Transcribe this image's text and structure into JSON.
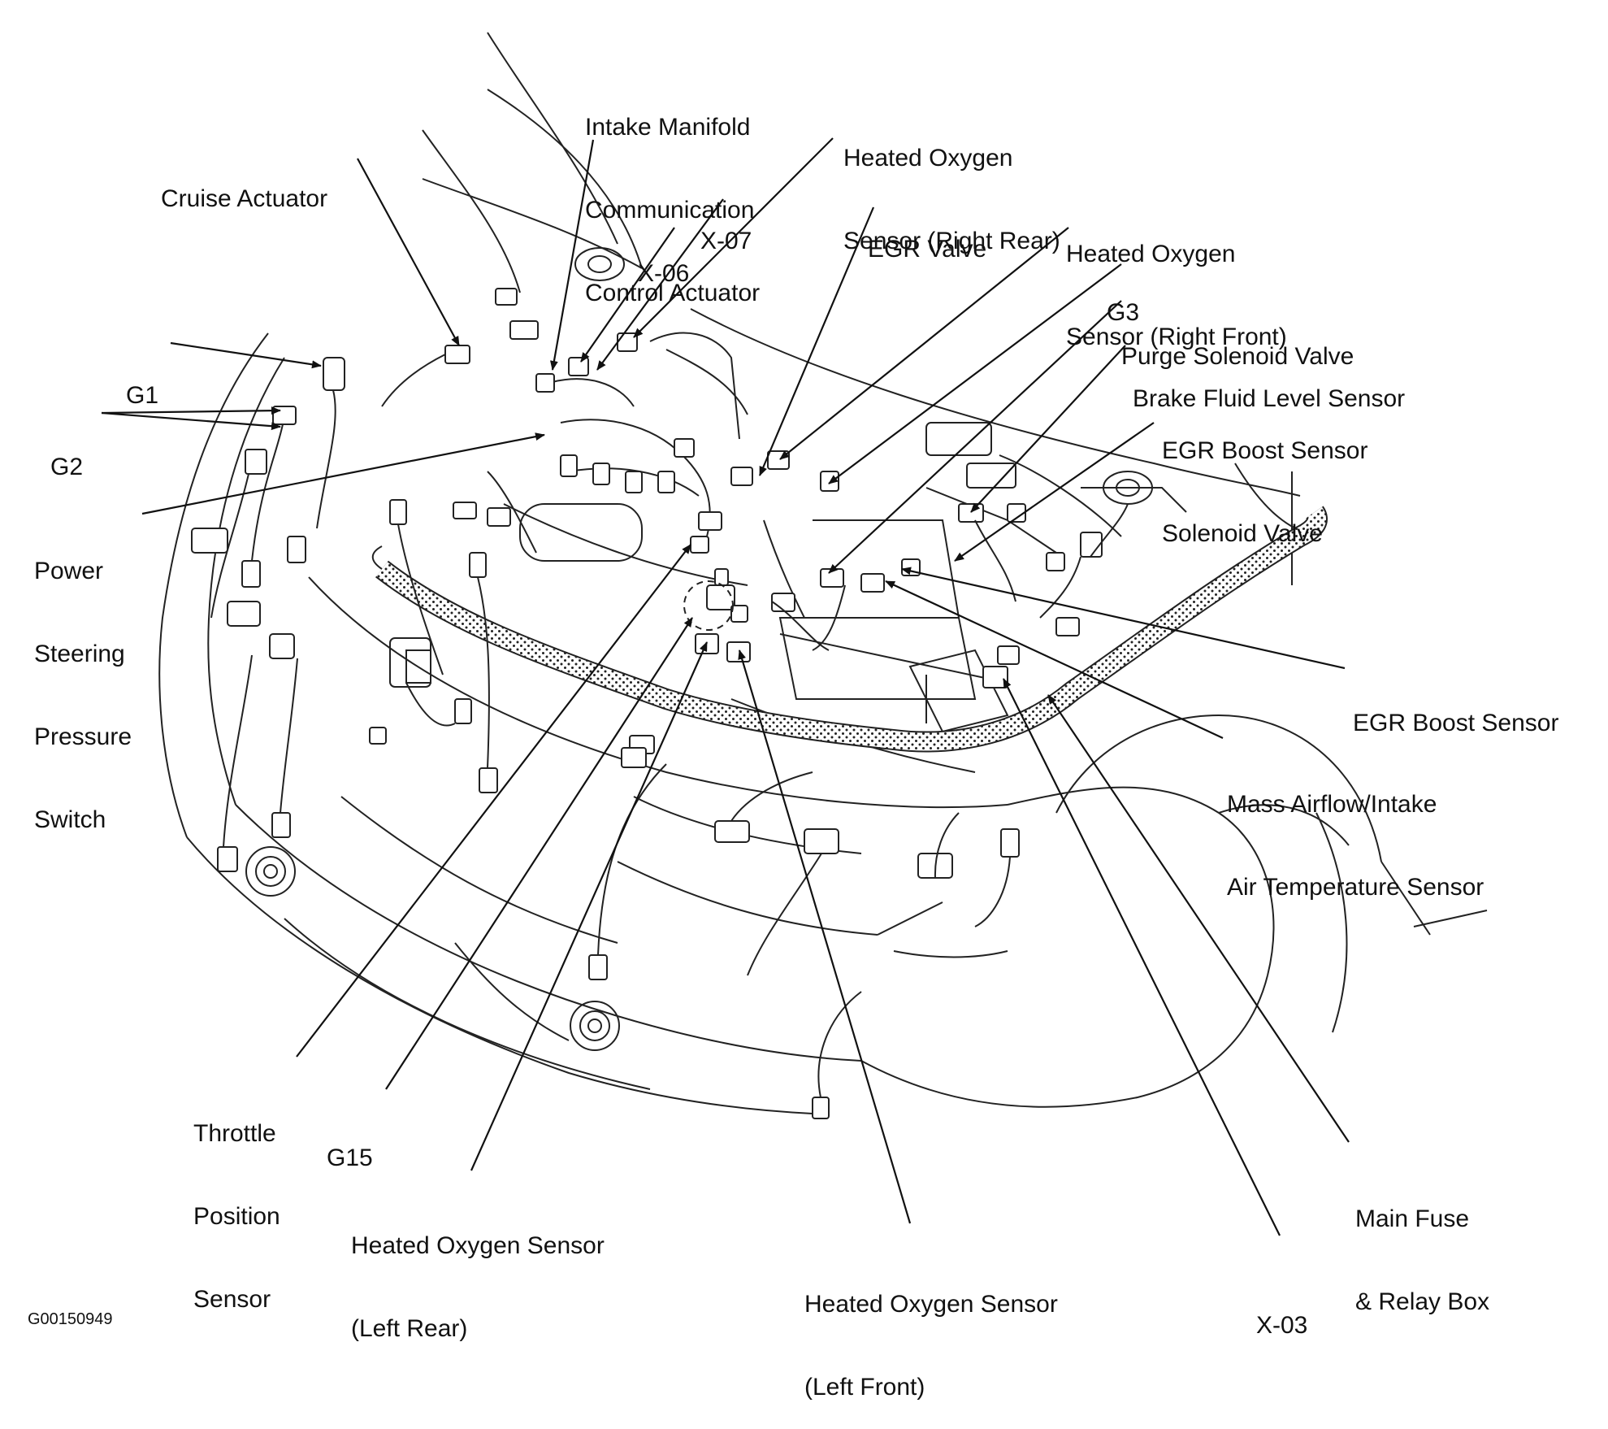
{
  "figure_code": "G00150949",
  "labels": [
    {
      "id": "cruise-actuator",
      "lines": [
        "Cruise Actuator"
      ]
    },
    {
      "id": "intake-manifold",
      "lines": [
        "Intake Manifold",
        "Communication",
        "Control Actuator"
      ]
    },
    {
      "id": "ho2s-right-rear",
      "lines": [
        "Heated Oxygen",
        "Sensor (Right Rear)"
      ]
    },
    {
      "id": "x07",
      "lines": [
        "X-07"
      ]
    },
    {
      "id": "x06",
      "lines": [
        "X-06"
      ]
    },
    {
      "id": "egr-valve",
      "lines": [
        "EGR Valve"
      ]
    },
    {
      "id": "ho2s-right-front",
      "lines": [
        "Heated Oxygen",
        "Sensor (Right Front)"
      ]
    },
    {
      "id": "g3",
      "lines": [
        "G3"
      ]
    },
    {
      "id": "purge-solenoid",
      "lines": [
        "Purge Solenoid Valve"
      ]
    },
    {
      "id": "brake-fluid",
      "lines": [
        "Brake Fluid Level Sensor"
      ]
    },
    {
      "id": "egr-boost-solenoid",
      "lines": [
        "EGR Boost Sensor",
        "Solenoid Valve"
      ]
    },
    {
      "id": "g1",
      "lines": [
        "G1"
      ]
    },
    {
      "id": "g2",
      "lines": [
        "G2"
      ]
    },
    {
      "id": "ps-pressure-switch",
      "lines": [
        "Power",
        "Steering",
        "Pressure",
        "Switch"
      ]
    },
    {
      "id": "egr-boost-sensor",
      "lines": [
        "EGR Boost Sensor"
      ]
    },
    {
      "id": "maf-iat",
      "lines": [
        "Mass Airflow/Intake",
        "Air Temperature Sensor"
      ]
    },
    {
      "id": "tps",
      "lines": [
        "Throttle",
        "Position",
        "Sensor"
      ]
    },
    {
      "id": "g15",
      "lines": [
        "G15"
      ]
    },
    {
      "id": "ho2s-left-rear",
      "lines": [
        "Heated Oxygen Sensor",
        "(Left Rear)"
      ]
    },
    {
      "id": "ho2s-left-front",
      "lines": [
        "Heated Oxygen Sensor",
        "(Left Front)"
      ]
    },
    {
      "id": "main-fuse",
      "lines": [
        "Main Fuse",
        "& Relay Box"
      ]
    },
    {
      "id": "x03",
      "lines": [
        "X-03"
      ]
    }
  ]
}
